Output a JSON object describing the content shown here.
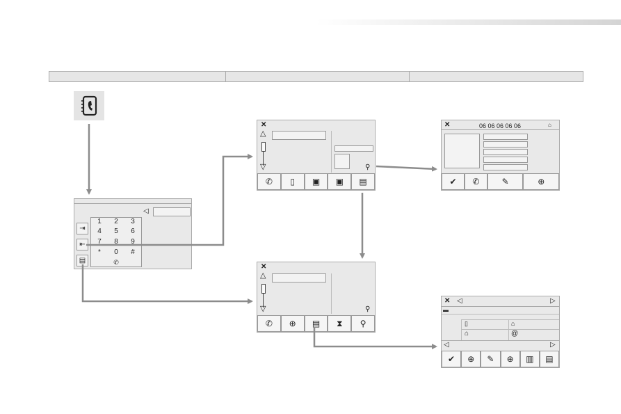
{
  "contact_card": {
    "phone_number": "06 06 06 06 06"
  },
  "keypad": {
    "keys": [
      "1",
      "2",
      "3",
      "4",
      "5",
      "6",
      "7",
      "8",
      "9",
      "*",
      "0",
      "#"
    ]
  },
  "colors": {
    "panel_bg": "#e9e9e9",
    "arrow": "#8c8c8c",
    "border": "#aaaaaa"
  },
  "icons": {
    "phonebook": "phonebook-icon",
    "close": "close-icon",
    "call": "phone-handset-icon",
    "scroll_up": "triangle-up-icon",
    "scroll_down": "triangle-down-icon",
    "prev": "triangle-left-icon",
    "next": "triangle-right-icon",
    "confirm": "check-icon"
  }
}
